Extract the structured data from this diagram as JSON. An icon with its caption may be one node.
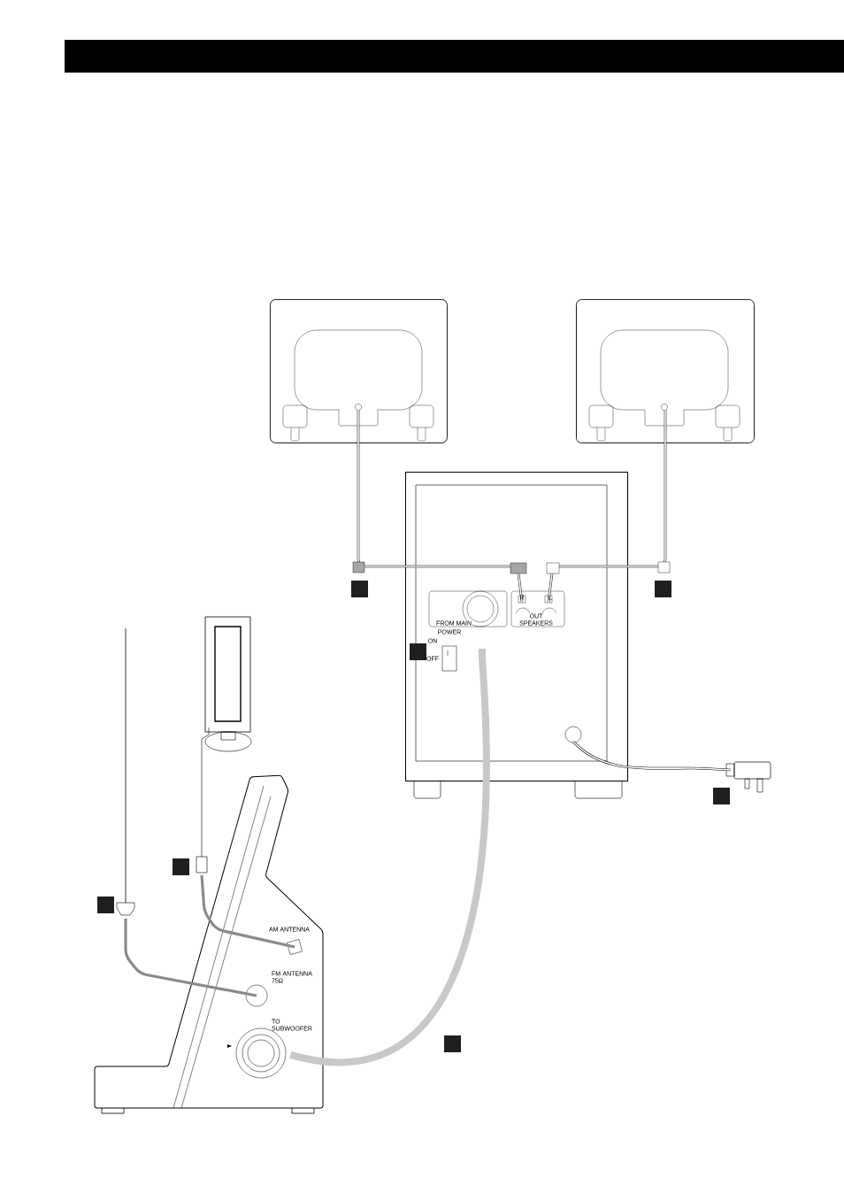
{
  "diagram": {
    "nodes": [
      {
        "text": [],
        "shape": "speaker"
      },
      {
        "text": [],
        "shape": "speaker"
      },
      {
        "text": [],
        "shape": "box"
      },
      {
        "text": [],
        "shape": "unit"
      },
      {
        "text": [],
        "shape": "antenna"
      },
      {
        "text": [],
        "shape": "wire"
      },
      {
        "text": [],
        "shape": "plug"
      }
    ],
    "edges": [
      {
        "from": 0,
        "to": 2,
        "arrow": "none"
      },
      {
        "from": 1,
        "to": 2,
        "arrow": "none"
      },
      {
        "from": 2,
        "to": 3,
        "arrow": "none",
        "style": "thick",
        "color": "#c8c8c8"
      },
      {
        "from": 4,
        "to": 3,
        "arrow": "none",
        "color": "#8a8a8a"
      },
      {
        "from": 5,
        "to": 3,
        "arrow": "none",
        "color": "#8a8a8a"
      },
      {
        "from": 2,
        "to": 6,
        "arrow": "none"
      }
    ],
    "labels": [
      "FROM MAIN",
      "R",
      "L",
      "OUT SPEAKERS",
      "POWER",
      "ON",
      "OFF",
      "AM ANTENNA",
      "FM ANTENNA 75Ω",
      "TO SUBWOOFER"
    ]
  }
}
